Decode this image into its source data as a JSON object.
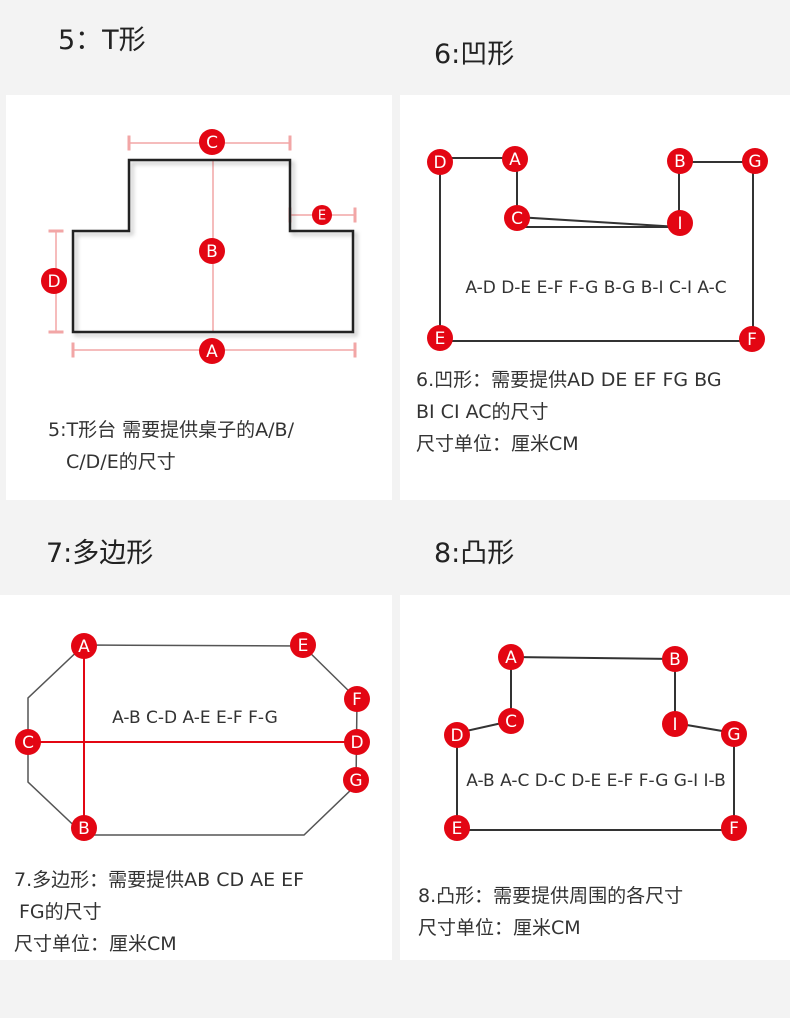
{
  "sections": [
    {
      "heading": "5：T形",
      "description": [
        "5:T形台 需要提供桌子的A/B/",
        "C/D/E的尺寸"
      ],
      "markers": [
        "A",
        "B",
        "C",
        "D",
        "E"
      ],
      "inner_text": ""
    },
    {
      "heading": "6:凹形",
      "description": [
        "6.凹形：需要提供AD DE EF FG BG",
        "BI CI AC的尺寸",
        "尺寸单位：厘米CM"
      ],
      "markers": [
        "A",
        "B",
        "C",
        "D",
        "E",
        "F",
        "G",
        "I"
      ],
      "inner_text": "A-D D-E E-F F-G B-G B-I C-I A-C"
    },
    {
      "heading": "7:多边形",
      "description": [
        "7.多边形：需要提供AB CD AE EF",
        "FG的尺寸",
        "尺寸单位：厘米CM"
      ],
      "markers": [
        "A",
        "B",
        "C",
        "D",
        "E",
        "F",
        "G"
      ],
      "inner_text": "A-B C-D A-E E-F F-G"
    },
    {
      "heading": "8:凸形",
      "description": [
        "8.凸形：需要提供周围的各尺寸",
        "尺寸单位：厘米CM"
      ],
      "markers": [
        "A",
        "B",
        "C",
        "D",
        "E",
        "F",
        "G",
        "I"
      ],
      "inner_text": "A-B A-C D-C D-E E-F F-G G-I I-B"
    }
  ],
  "colors": {
    "marker": "#e30613",
    "dimension_line": "#f2a6a6",
    "shape_stroke": "#222222",
    "polygon_stroke": "#555555",
    "panel_bg": "#ffffff",
    "page_bg": "#f3f3f3"
  }
}
